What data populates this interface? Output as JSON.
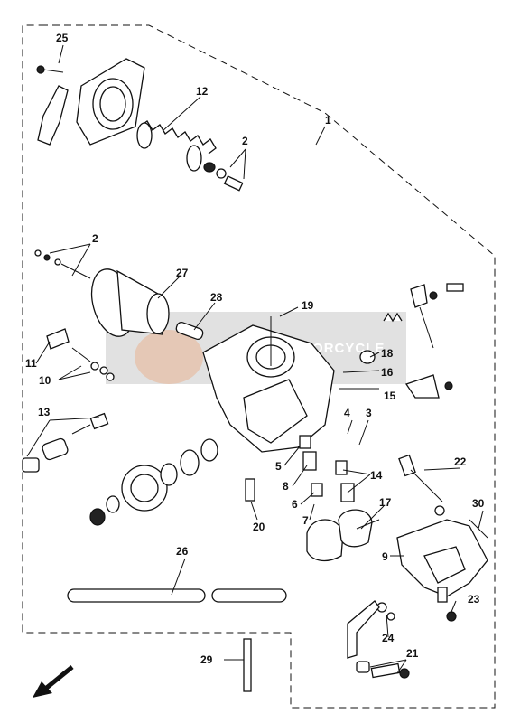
{
  "diagram": {
    "callouts": [
      "25",
      "12",
      "2",
      "1",
      "2",
      "27",
      "28",
      "19",
      "11",
      "10",
      "18",
      "16",
      "13",
      "4",
      "3",
      "15",
      "5",
      "8",
      "6",
      "7",
      "14",
      "20",
      "22",
      "17",
      "30",
      "9",
      "26",
      "23",
      "24",
      "21",
      "29"
    ],
    "watermark": "MOTORCYCLE",
    "colors": {
      "line": "#111111",
      "watermark_band": "#c9c9c9",
      "logo": "#e8b79a"
    },
    "arrow_icon": "direction-arrow-icon"
  }
}
